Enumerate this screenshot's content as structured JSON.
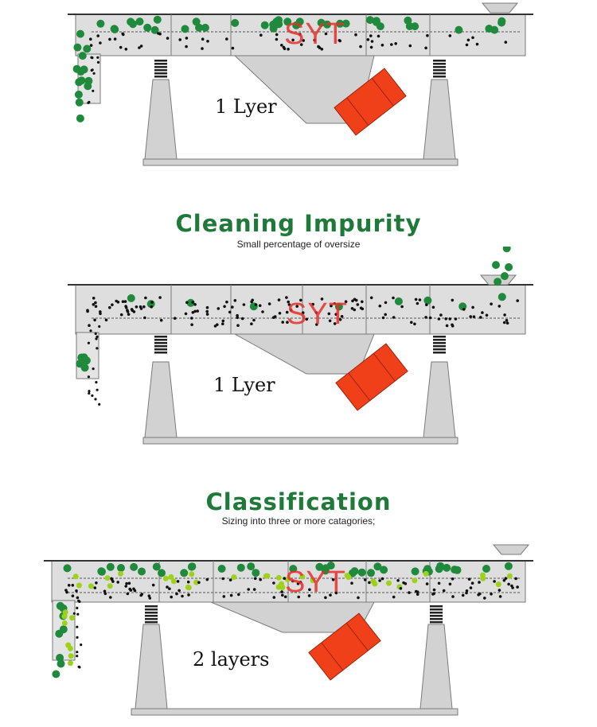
{
  "panels": [
    {
      "layer_label": "1 Lyer",
      "watermark": "SYT"
    },
    {
      "heading": "Cleaning Impurity",
      "subheading": "Small percentage of oversize",
      "layer_label": "1 Lyer",
      "watermark": "SYT"
    },
    {
      "heading": "Classification",
      "subheading": "Sizing into three or more catagories;",
      "layer_label": "2 layers",
      "watermark": "SYT"
    }
  ],
  "colors": {
    "machine_gray": "#d2d2d2",
    "machine_stroke": "#7a7a7a",
    "motor_red": "#f0401a",
    "heading_green": "#1f7a3a",
    "particle_dark_green": "#1f8a3c",
    "particle_light_green": "#9ed21a",
    "particle_black": "#111111"
  }
}
